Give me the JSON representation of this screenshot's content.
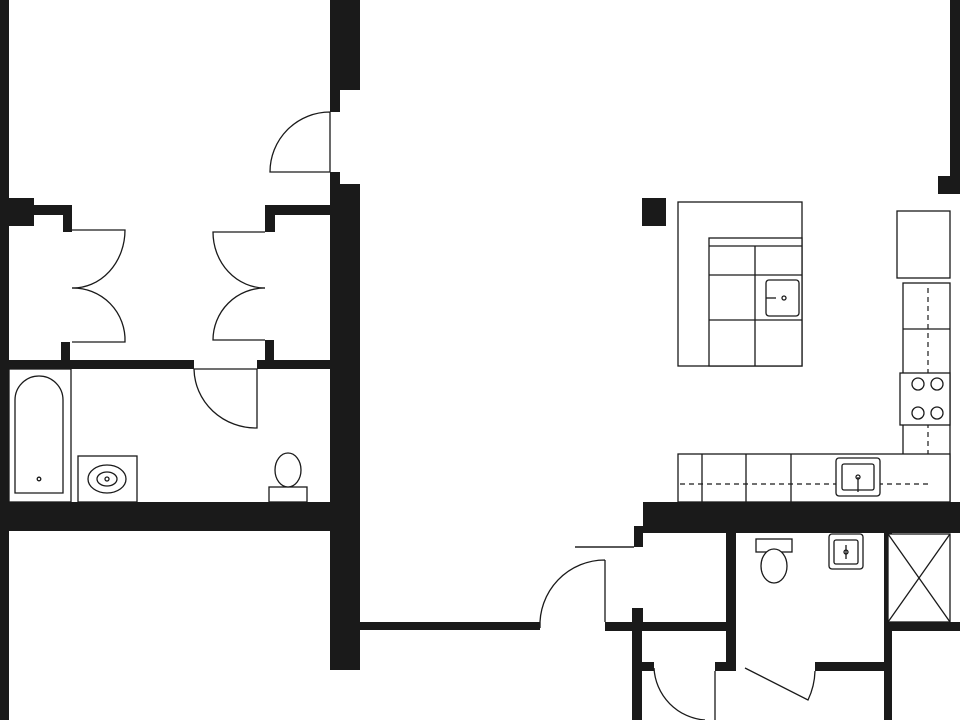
{
  "plan": {
    "rooms": [
      {
        "id": "bedroom-1"
      },
      {
        "id": "bedroom-2"
      },
      {
        "id": "living-area"
      },
      {
        "id": "bathroom"
      },
      {
        "id": "kitchen"
      },
      {
        "id": "powder-room"
      },
      {
        "id": "laundry-closet"
      },
      {
        "id": "entry-hall"
      }
    ],
    "fixtures": [
      "bathtub",
      "bathroom-sink",
      "bathroom-toilet",
      "kitchen-island",
      "island-sink",
      "cooktop",
      "kitchen-sink",
      "refrigerator",
      "powder-toilet",
      "powder-sink",
      "closet"
    ],
    "line_color": "#1a1a1a",
    "background": "#ffffff"
  }
}
